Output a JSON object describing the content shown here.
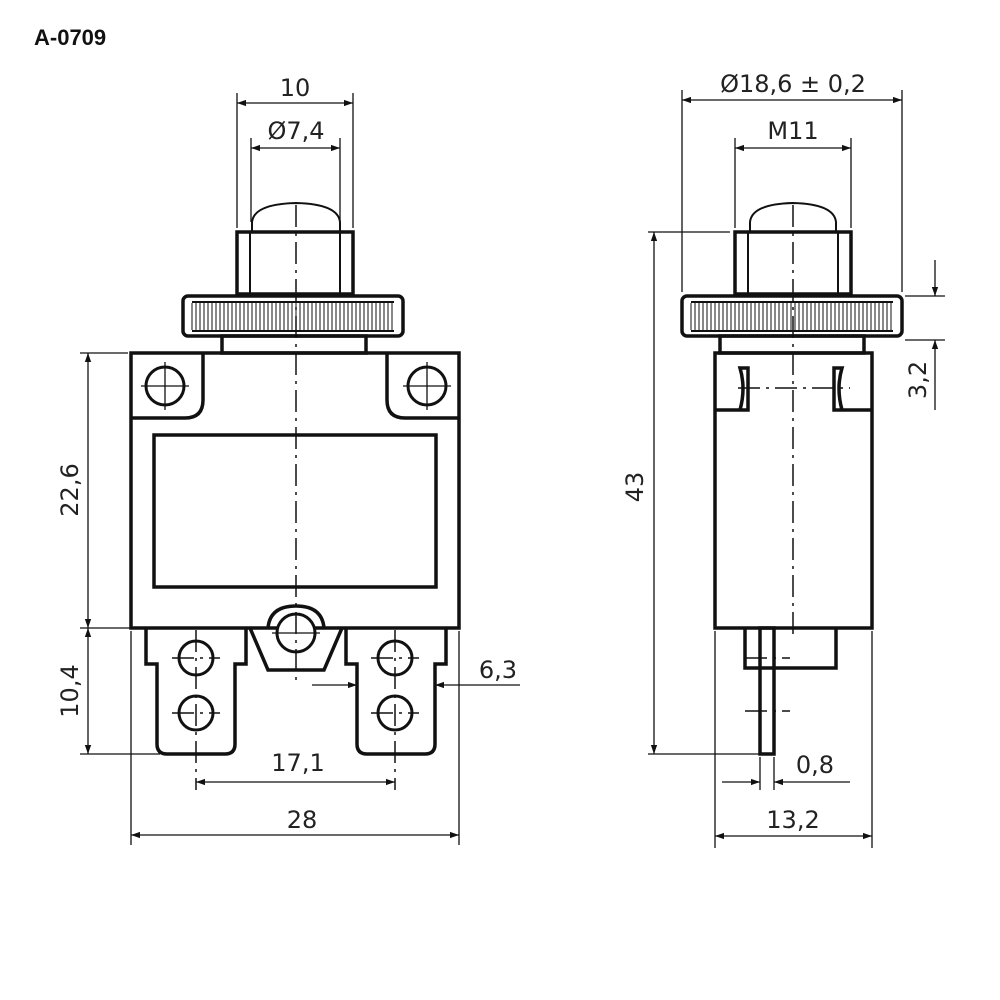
{
  "title": "A-0709",
  "front_view": {
    "button_width": "10",
    "button_diameter": "Ø7,4",
    "body_height": "22,6",
    "terminal_height": "10,4",
    "terminal_width": "6,3",
    "terminal_spacing": "17,1",
    "overall_width": "28"
  },
  "side_view": {
    "nut_diameter": "Ø18,6 ± 0,2",
    "thread": "M11",
    "overall_height": "43",
    "nut_thickness": "3,2",
    "terminal_thickness": "0,8",
    "body_depth": "13,2"
  }
}
